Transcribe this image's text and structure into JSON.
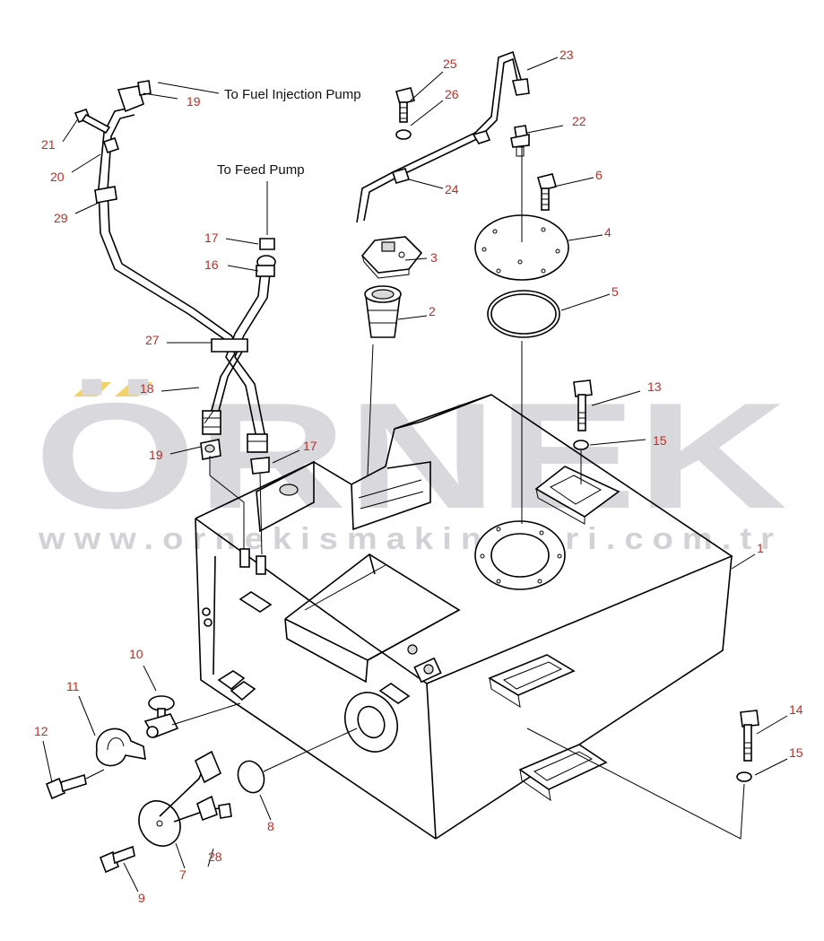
{
  "watermark": {
    "brand": "ÖRNEK",
    "url": "www.ornekismakinalari.com.tr",
    "accent_color": "#f2d36a",
    "text_color": "#d9d8dc"
  },
  "captions": {
    "fuel_injection_pump": "To Fuel Injection Pump",
    "feed_pump": "To Feed Pump"
  },
  "colors": {
    "callout": "#c8281e",
    "line": "#000000"
  },
  "callouts": [
    {
      "id": "c1",
      "text": "1"
    },
    {
      "id": "c2",
      "text": "2"
    },
    {
      "id": "c3",
      "text": "3"
    },
    {
      "id": "c4",
      "text": "4"
    },
    {
      "id": "c5",
      "text": "5"
    },
    {
      "id": "c6",
      "text": "6"
    },
    {
      "id": "c7",
      "text": "7"
    },
    {
      "id": "c8",
      "text": "8"
    },
    {
      "id": "c9",
      "text": "9"
    },
    {
      "id": "c10",
      "text": "10"
    },
    {
      "id": "c11",
      "text": "11"
    },
    {
      "id": "c12",
      "text": "12"
    },
    {
      "id": "c13",
      "text": "13"
    },
    {
      "id": "c14",
      "text": "14"
    },
    {
      "id": "c15a",
      "text": "15"
    },
    {
      "id": "c15b",
      "text": "15"
    },
    {
      "id": "c16",
      "text": "16"
    },
    {
      "id": "c17a",
      "text": "17"
    },
    {
      "id": "c17b",
      "text": "17"
    },
    {
      "id": "c18",
      "text": "18"
    },
    {
      "id": "c19a",
      "text": "19"
    },
    {
      "id": "c19b",
      "text": "19"
    },
    {
      "id": "c20",
      "text": "20"
    },
    {
      "id": "c21",
      "text": "21"
    },
    {
      "id": "c22",
      "text": "22"
    },
    {
      "id": "c23",
      "text": "23"
    },
    {
      "id": "c24",
      "text": "24"
    },
    {
      "id": "c25",
      "text": "25"
    },
    {
      "id": "c26",
      "text": "26"
    },
    {
      "id": "c27",
      "text": "27"
    },
    {
      "id": "c28",
      "text": "28"
    },
    {
      "id": "c29",
      "text": "29"
    }
  ]
}
